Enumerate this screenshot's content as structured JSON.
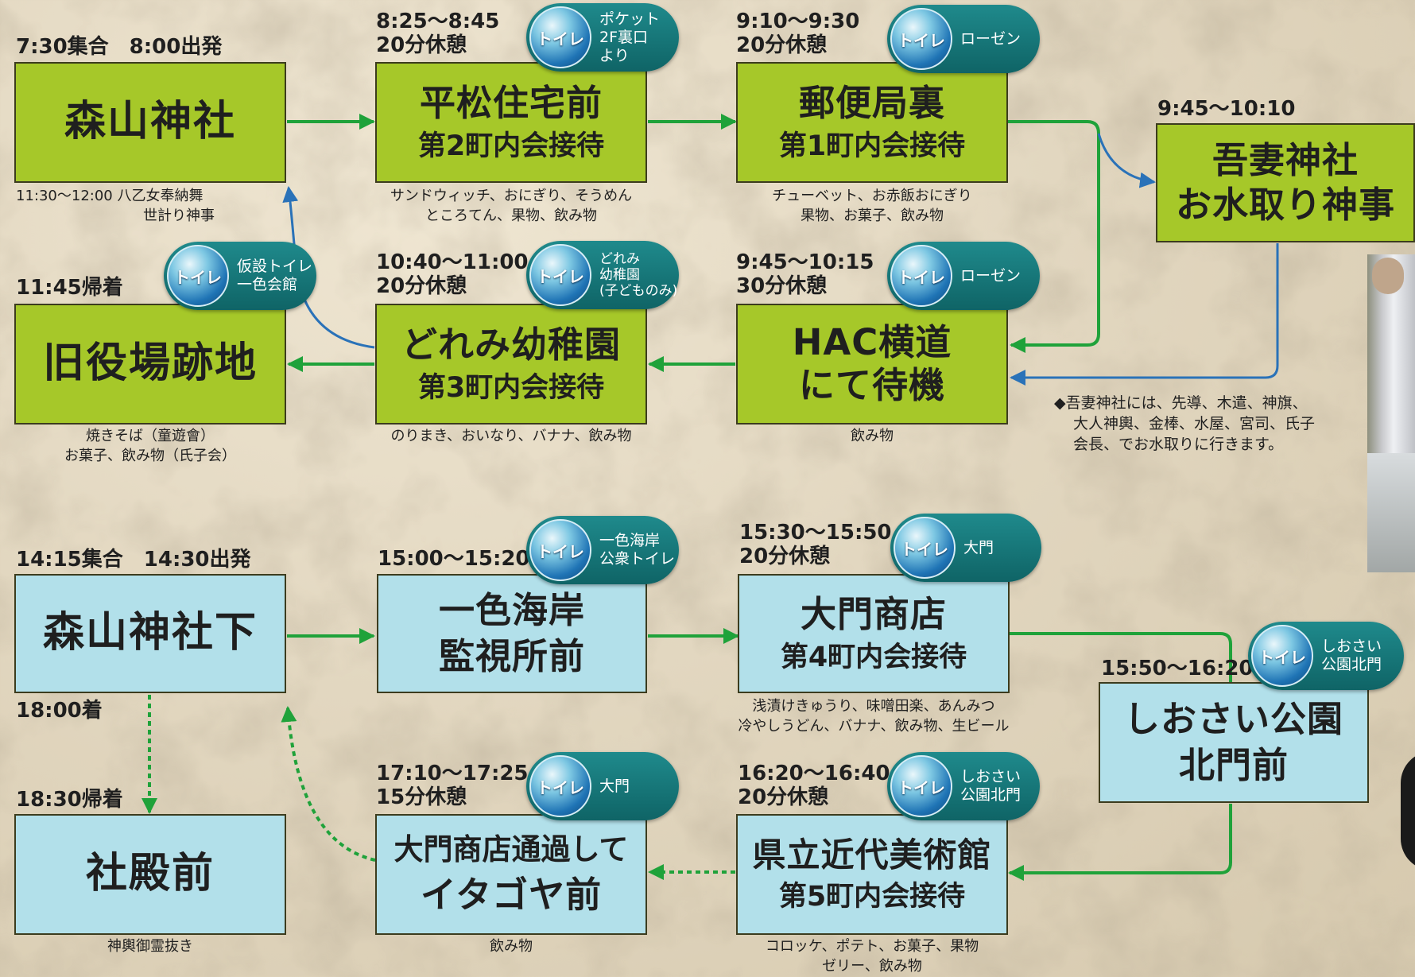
{
  "morning": {
    "n1": {
      "time": [
        "7:30集合　8:00出発"
      ],
      "title": "森山神社",
      "note": [
        "11:30〜12:00 八乙女奉納舞",
        "世計り神事"
      ]
    },
    "n2": {
      "time": [
        "8:25〜8:45",
        "20分休憩"
      ],
      "title": "平松住宅前",
      "sub": "第2町内会接待",
      "note": [
        "サンドウィッチ、おにぎり、そうめん",
        "ところてん、果物、飲み物"
      ],
      "toilet": "ポケット\n2F裏口\nより"
    },
    "n3": {
      "time": [
        "9:10〜9:30",
        "20分休憩"
      ],
      "title": "郵便局裏",
      "sub": "第1町内会接待",
      "note": [
        "チューベット、お赤飯おにぎり",
        "果物、お菓子、飲み物"
      ],
      "toilet": "ローゼン"
    },
    "n4": {
      "time": [
        "9:45〜10:10"
      ],
      "title": "吾妻神社",
      "sub": "お水取り神事"
    },
    "n5": {
      "time": [
        "9:45〜10:15",
        "30分休憩"
      ],
      "title": "HAC横道",
      "sub": "にて待機",
      "note": [
        "飲み物"
      ],
      "toilet": "ローゼン"
    },
    "n6": {
      "time": [
        "10:40〜11:00",
        "20分休憩"
      ],
      "title": "どれみ幼稚園",
      "sub": "第3町内会接待",
      "note": [
        "のりまき、おいなり、バナナ、飲み物"
      ],
      "toilet": "どれみ\n幼稚園\n(子どものみ)"
    },
    "n7": {
      "time": [
        "11:45帰着"
      ],
      "title": "旧役場跡地",
      "note": [
        "焼きそば（童遊會）",
        "お菓子、飲み物（氏子会）"
      ],
      "toilet": "仮設トイレ\n一色会館"
    },
    "azuma_note": [
      "◆吾妻神社には、先導、木遣、神旗、",
      "大人神輿、金棒、水屋、宮司、氏子",
      "会長、でお水取りに行きます。"
    ]
  },
  "afternoon": {
    "n1": {
      "time": [
        "14:15集合　14:30出発"
      ],
      "title": "森山神社下",
      "extra": "18:00着"
    },
    "n2": {
      "time": [
        "15:00〜15:20"
      ],
      "title": "一色海岸",
      "sub": "監視所前",
      "toilet": "一色海岸\n公衆トイレ"
    },
    "n3": {
      "time": [
        "15:30〜15:50",
        "20分休憩"
      ],
      "title": "大門商店",
      "sub": "第4町内会接待",
      "note": [
        "浅漬けきゅうり、味噌田楽、あんみつ",
        "冷やしうどん、バナナ、飲み物、生ビール"
      ],
      "toilet": "大門"
    },
    "n4": {
      "time": [
        "15:50〜16:20"
      ],
      "title": "しおさい公園",
      "sub": "北門前",
      "toilet": "しおさい\n公園北門"
    },
    "n5": {
      "time": [
        "16:20〜16:40",
        "20分休憩"
      ],
      "title": "県立近代美術館",
      "sub": "第5町内会接待",
      "note": [
        "コロッケ、ポテト、お菓子、果物",
        "ゼリー、飲み物"
      ],
      "toilet": "しおさい\n公園北門"
    },
    "n6": {
      "time": [
        "17:10〜17:25",
        "15分休憩"
      ],
      "title": "大門商店通過して",
      "sub": "イタゴヤ前",
      "note": [
        "飲み物"
      ],
      "toilet": "大門"
    },
    "n7": {
      "time": [
        "18:30帰着"
      ],
      "title": "社殿前",
      "note": [
        "神輿御霊抜き"
      ]
    }
  },
  "toilet_label": "トイレ",
  "colors": {
    "green_box": "#a6c829",
    "blue_box": "#b2e0ea",
    "green_arrow": "#1fa23a",
    "blue_arrow": "#2a72b8",
    "badge": "#137a7c"
  }
}
